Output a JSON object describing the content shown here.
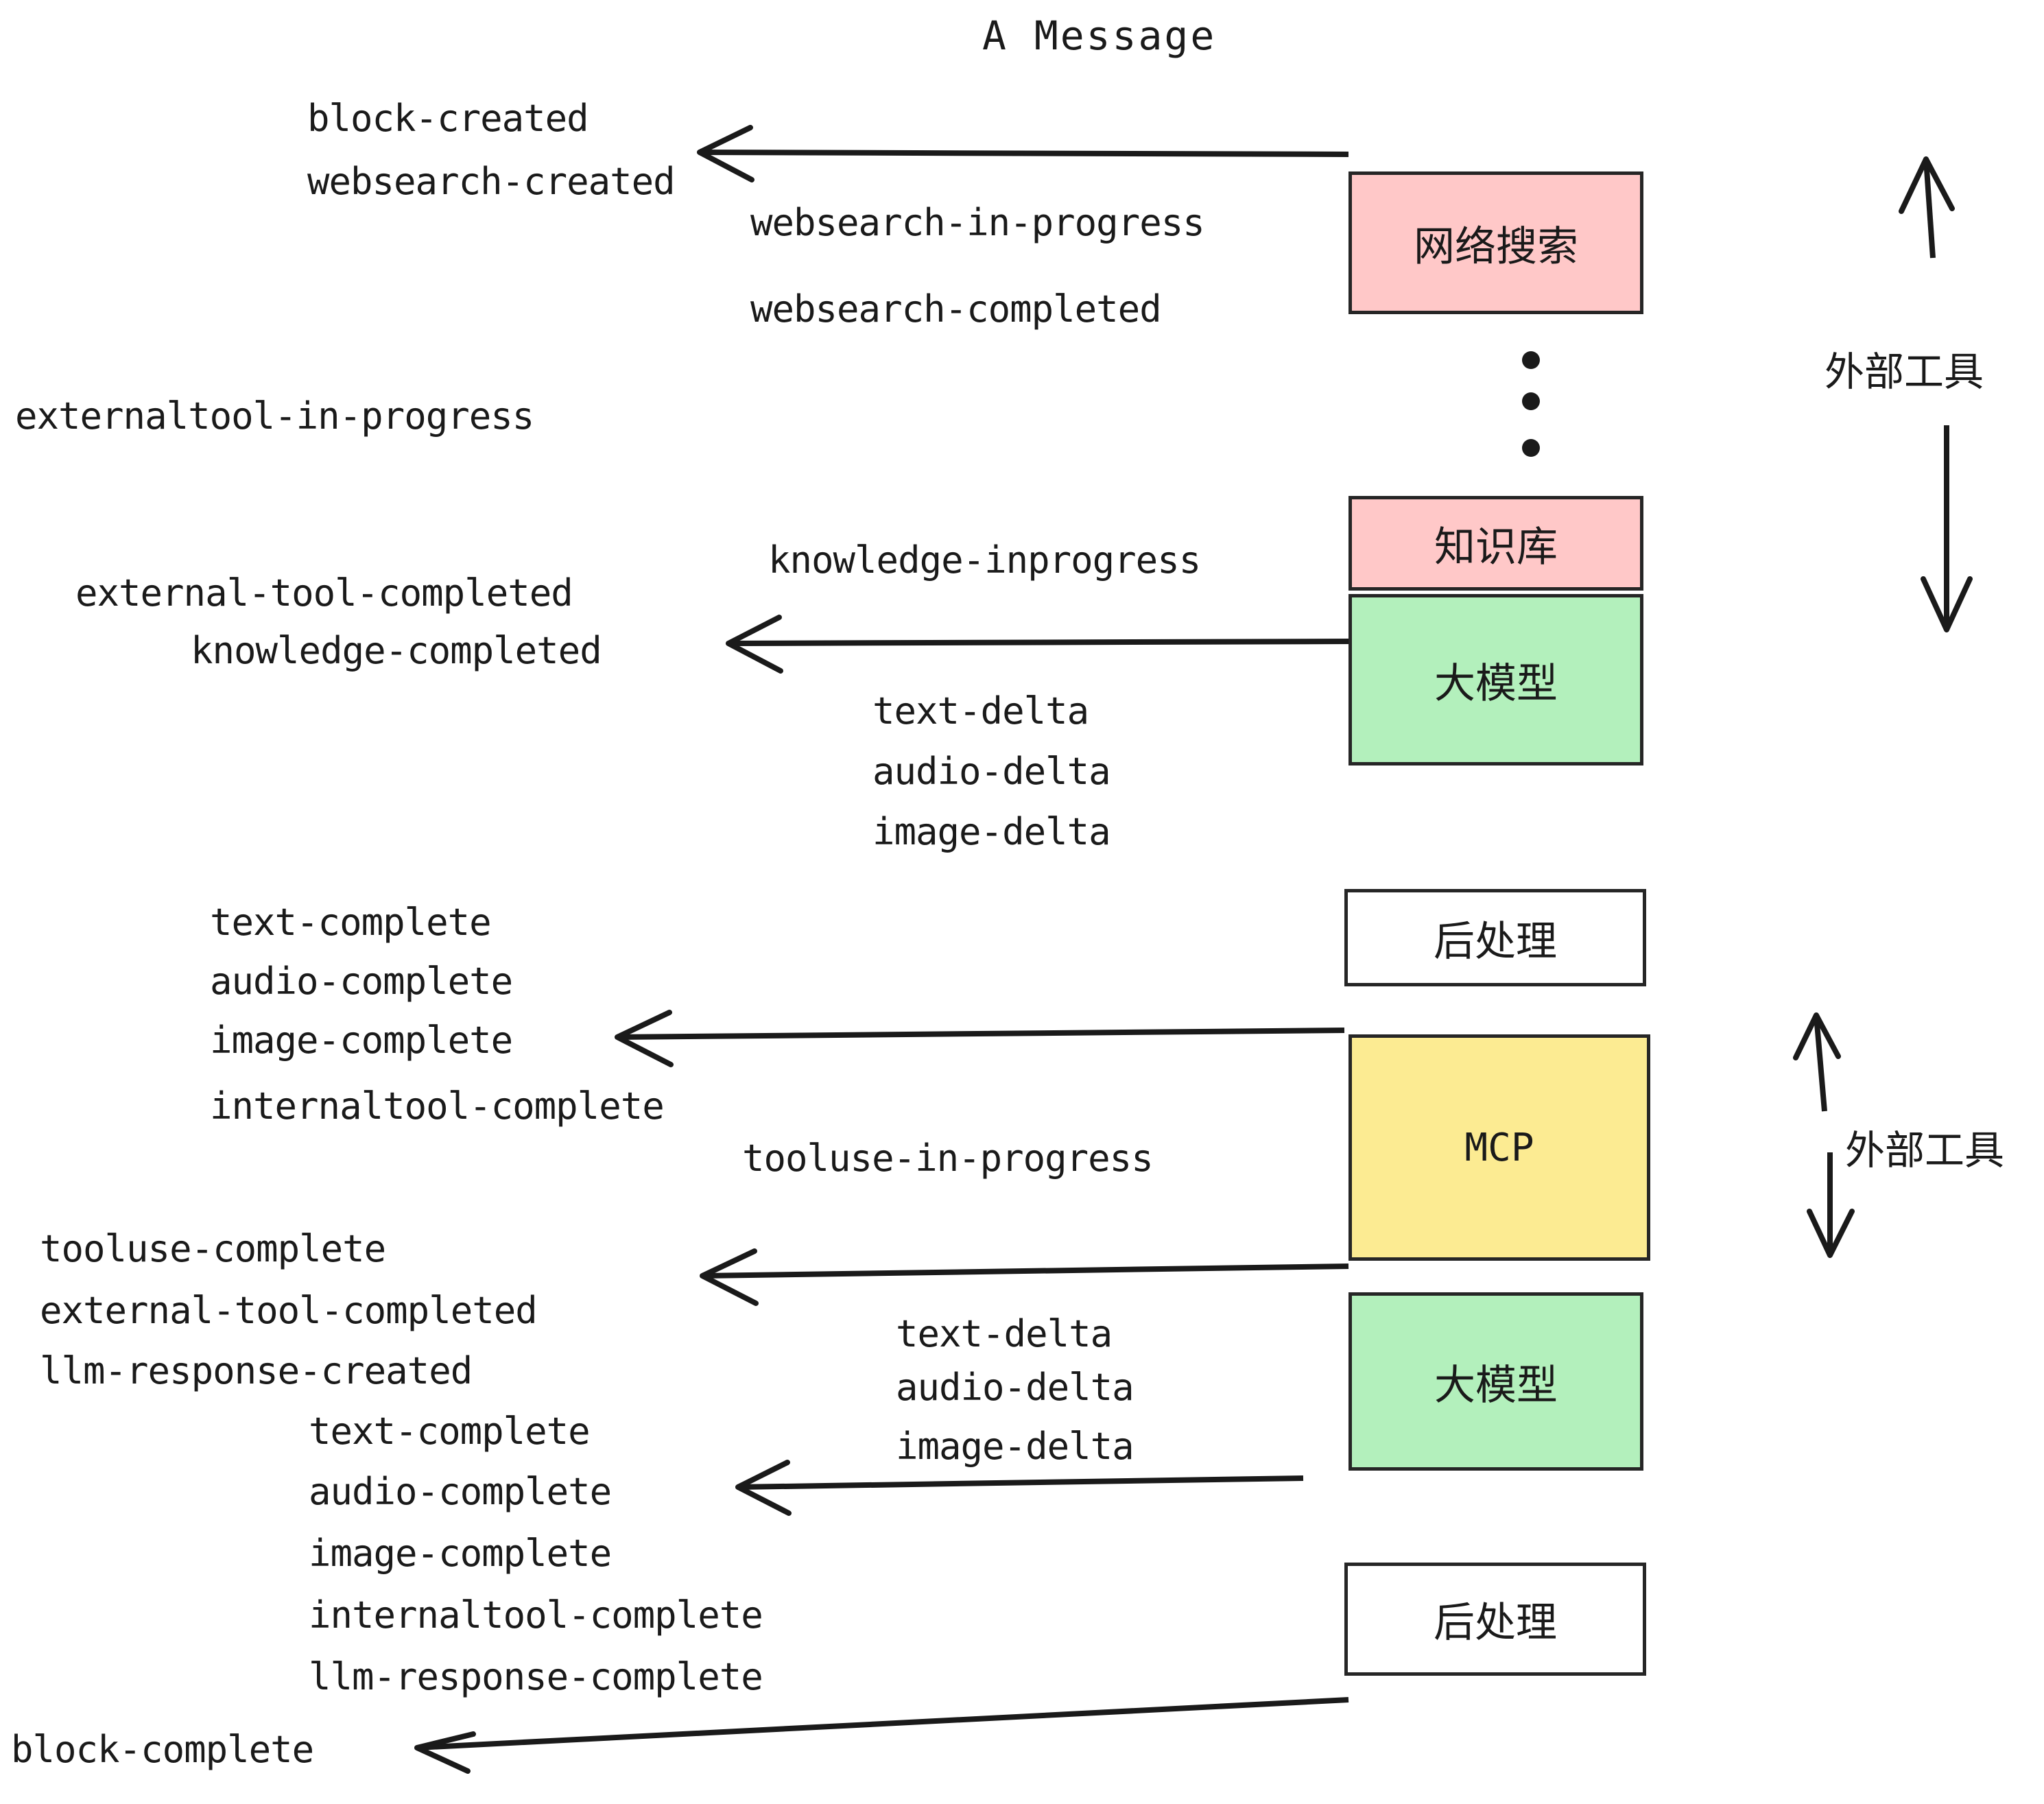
{
  "title": "A Message",
  "colors": {
    "pink": "#FFC8C8",
    "green": "#B3F0BC",
    "yellow": "#FCEB92",
    "white": "#FFFFFF",
    "stroke": "#262626",
    "text": "#1A1A1A"
  },
  "nodes": [
    {
      "id": "websearch",
      "label": "网络搜索",
      "fill": "#FFC8C8"
    },
    {
      "id": "knowledge",
      "label": "知识库",
      "fill": "#FFC8C8"
    },
    {
      "id": "llm-1",
      "label": "大模型",
      "fill": "#B3F0BC"
    },
    {
      "id": "postprocess-1",
      "label": "后处理",
      "fill": "#FFFFFF"
    },
    {
      "id": "mcp",
      "label": "MCP",
      "fill": "#FCEB92"
    },
    {
      "id": "llm-2",
      "label": "大模型",
      "fill": "#B3F0BC"
    },
    {
      "id": "postprocess-2",
      "label": "后处理",
      "fill": "#FFFFFF"
    }
  ],
  "side_labels": [
    {
      "id": "external-tool-top",
      "label": "外部工具"
    },
    {
      "id": "external-tool-bottom",
      "label": "外部工具"
    }
  ],
  "events": [
    {
      "id": "block-created",
      "label": "block-created"
    },
    {
      "id": "websearch-created",
      "label": "websearch-created"
    },
    {
      "id": "websearch-in-progress",
      "label": "websearch-in-progress"
    },
    {
      "id": "websearch-completed",
      "label": "websearch-completed"
    },
    {
      "id": "externaltool-in-progress",
      "label": "externaltool-in-progress"
    },
    {
      "id": "knowledge-inprogress",
      "label": "knowledge-inprogress"
    },
    {
      "id": "external-tool-completed-1",
      "label": "external-tool-completed"
    },
    {
      "id": "knowledge-completed",
      "label": "knowledge-completed"
    },
    {
      "id": "text-delta-1",
      "label": "text-delta"
    },
    {
      "id": "audio-delta-1",
      "label": "audio-delta"
    },
    {
      "id": "image-delta-1",
      "label": "image-delta"
    },
    {
      "id": "text-complete-1",
      "label": "text-complete"
    },
    {
      "id": "audio-complete-1",
      "label": "audio-complete"
    },
    {
      "id": "image-complete-1",
      "label": "image-complete"
    },
    {
      "id": "internaltool-complete-1",
      "label": "internaltool-complete"
    },
    {
      "id": "tooluse-in-progress",
      "label": "tooluse-in-progress"
    },
    {
      "id": "tooluse-complete",
      "label": "tooluse-complete"
    },
    {
      "id": "external-tool-completed-2",
      "label": "external-tool-completed"
    },
    {
      "id": "llm-response-created",
      "label": "llm-response-created"
    },
    {
      "id": "text-delta-2",
      "label": "text-delta"
    },
    {
      "id": "audio-delta-2",
      "label": "audio-delta"
    },
    {
      "id": "image-delta-2",
      "label": "image-delta"
    },
    {
      "id": "text-complete-2",
      "label": "text-complete"
    },
    {
      "id": "audio-complete-2",
      "label": "audio-complete"
    },
    {
      "id": "image-complete-2",
      "label": "image-complete"
    },
    {
      "id": "internaltool-complete-2",
      "label": "internaltool-complete"
    },
    {
      "id": "llm-response-complete",
      "label": "llm-response-complete"
    },
    {
      "id": "block-complete",
      "label": "block-complete"
    }
  ]
}
